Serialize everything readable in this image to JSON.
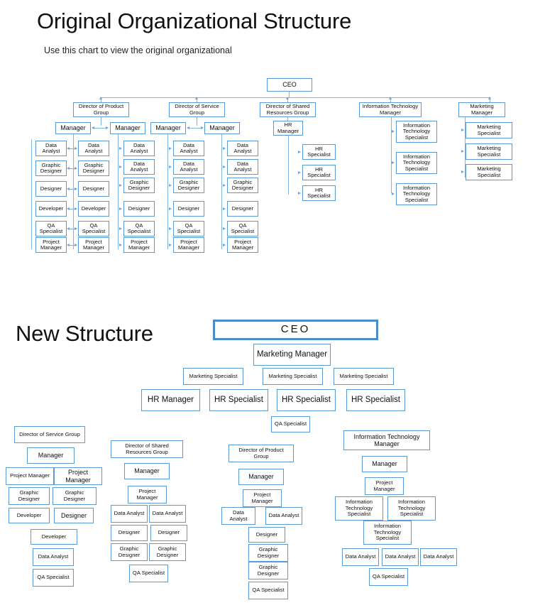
{
  "page": {
    "background": "#ffffff",
    "box_border_color": "#5B9BD5",
    "connector_color": "#7FB3E0",
    "ceo_border_color": "#4A8CC7"
  },
  "section_original": {
    "title": "Original Organizational Structure",
    "subtitle": "Use this chart to view the original organizational",
    "ceo": "CEO",
    "directors": [
      "Director of Product Group",
      "Director of Service Group",
      "Director of Shared Resources Group",
      "Information Technology Manager",
      "Marketing Manager"
    ],
    "managers": [
      "Manager",
      "Manager",
      "Manager",
      "Manager"
    ],
    "hr_manager": "HR Manager",
    "hr_specialists": [
      "HR Specialist",
      "HR Specialist",
      "HR Specialist"
    ],
    "it_specialists": [
      "Information Technology Specialist",
      "Information Technology Specialist",
      "Information Technology Specialist"
    ],
    "marketing_specialists": [
      "Marketing Specialist",
      "Marketing Specialist",
      "Marketing Specialist"
    ],
    "staff_columns": [
      {
        "column": 1,
        "items": [
          "Data Analyst",
          "Graphic Designer",
          "Designer",
          "Developer",
          "QA Specialist",
          "Project Manager"
        ]
      },
      {
        "column": 2,
        "items": [
          "Data Analyst",
          "Graphic Designer",
          "Designer",
          "Developer",
          "QA Specialist",
          "Project Manager"
        ]
      },
      {
        "column": 3,
        "items": [
          "Data Analyst",
          "Data Analyst",
          "Graphic Designer",
          "Designer",
          "QA Specialist",
          "Project Manager"
        ]
      },
      {
        "column": 4,
        "items": [
          "Data Analyst",
          "Data Analyst",
          "Graphic Designer",
          "Designer",
          "QA Specialist",
          "Project Manager"
        ]
      },
      {
        "column": 5,
        "items": [
          "Data Analyst",
          "Data Analyst",
          "Graphic Designer",
          "Designer",
          "QA Specialist",
          "Project Manager"
        ]
      }
    ]
  },
  "section_new": {
    "title": "New Structure",
    "ceo": "CEO",
    "marketing_manager": "Marketing Manager",
    "marketing_specialists": [
      "Marketing Specialist",
      "Marketing Specialist",
      "Marketing Specialist"
    ],
    "hr_row": [
      "HR Manager",
      "HR Specialist",
      "HR Specialist",
      "HR Specialist"
    ],
    "hr_qa_specialist": "QA Specialist",
    "branch_service": {
      "head": "Director of Service Group",
      "manager": "Manager",
      "project_managers": [
        "Project Manager",
        "Project Manager"
      ],
      "graphic_designers": [
        "Graphic Designer",
        "Graphic Designer"
      ],
      "developer_left": "Developer",
      "designer_right": "Designer",
      "developer_center": "Developer",
      "data_analyst": "Data Analyst",
      "qa_specialist": "QA Specialist"
    },
    "branch_shared": {
      "head": "Director of Shared Resources Group",
      "manager": "Manager",
      "project_manager": "Project Manager",
      "data_analysts": [
        "Data Analyst",
        "Data Analyst"
      ],
      "designers": [
        "Designer",
        "Designer"
      ],
      "graphic_designers": [
        "Graphic Designer",
        "Graphic Designer"
      ],
      "qa_specialist": "QA Specialist"
    },
    "branch_product": {
      "head": "Director of Product Group",
      "manager": "Manager",
      "project_manager": "Project Manager",
      "data_analysts": [
        "Data Analyst",
        "Data Analyst"
      ],
      "designer": "Designer",
      "graphic_designers": [
        "Graphic Designer",
        "Graphic Designer"
      ],
      "qa_specialist": "QA Specialist"
    },
    "branch_it": {
      "head": "Information Technology Manager",
      "manager": "Manager",
      "project_manager": "Project Manager",
      "it_specialists": [
        "Information Technology Specialist",
        "Information Technology Specialist",
        "Information Technology Specialist"
      ],
      "data_analysts": [
        "Data Analyst",
        "Data Analyst",
        "Data Analyst"
      ],
      "qa_specialist": "QA Specialist"
    }
  }
}
